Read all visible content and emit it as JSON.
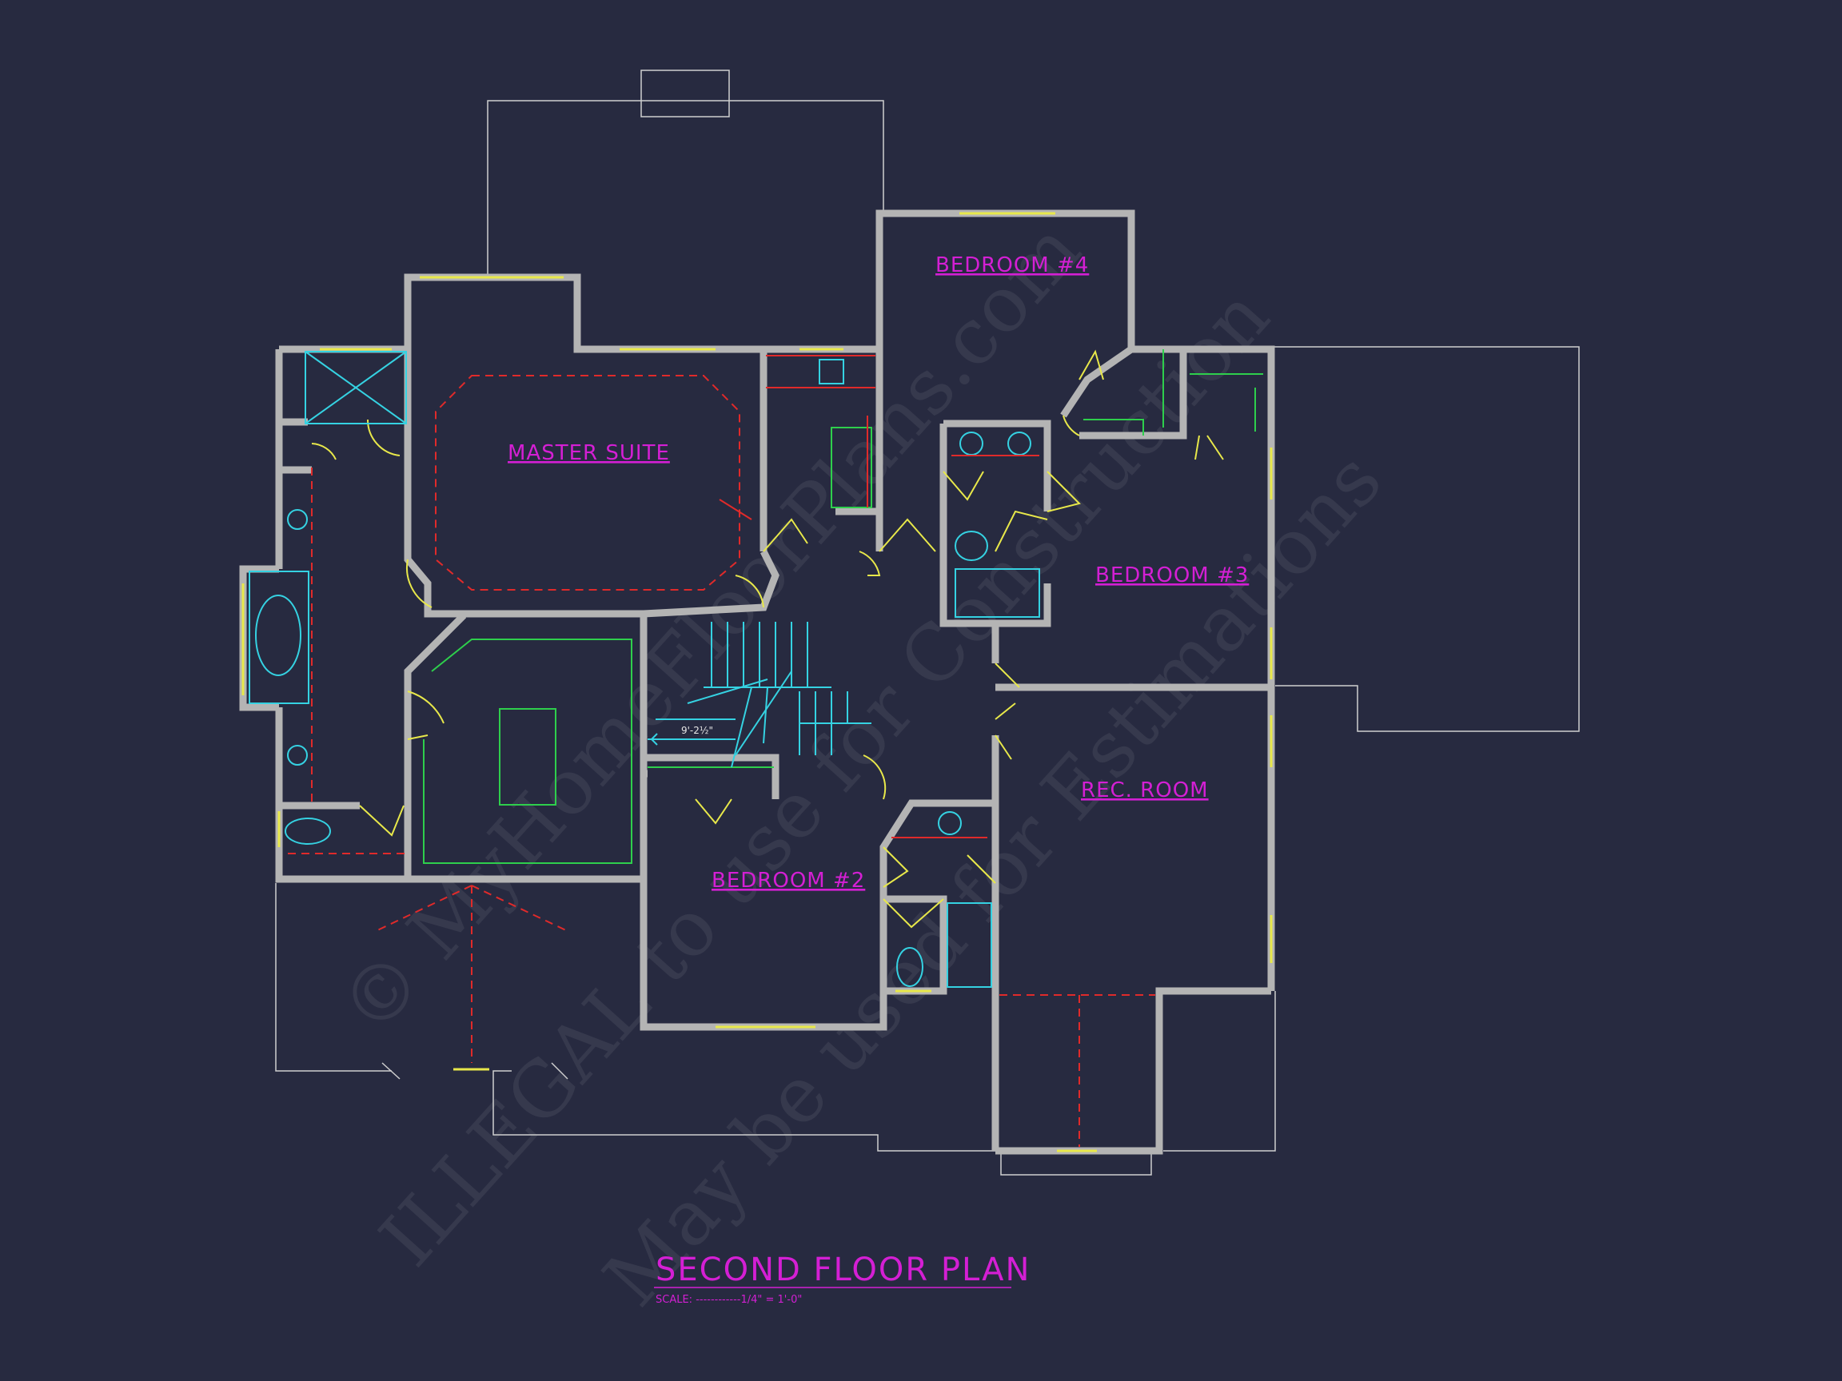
{
  "plan": {
    "title": "SECOND FLOOR PLAN",
    "scale": "SCALE: ------------1/4\" = 1'-0\"",
    "stair_dimension": "9'-2½\"",
    "rooms": {
      "master_suite": "MASTER SUITE",
      "bedroom_4": "BEDROOM #4",
      "bedroom_3": "BEDROOM #3",
      "bedroom_2": "BEDROOM #2",
      "rec_room": "REC. ROOM"
    }
  },
  "watermark": {
    "line1": "© MyHomeFloorPlans.com",
    "line2": "ILLEGAL to use for Construction",
    "line3": "May be used for Estimations"
  },
  "colors": {
    "background": "#272a40",
    "walls": "#b4b4b4",
    "windows": "#e8e84a",
    "fixtures": "#35d2e2",
    "cabinets": "#2ecf4c",
    "hidden_lines": "#e02a2a",
    "labels": "#d41fd4"
  }
}
